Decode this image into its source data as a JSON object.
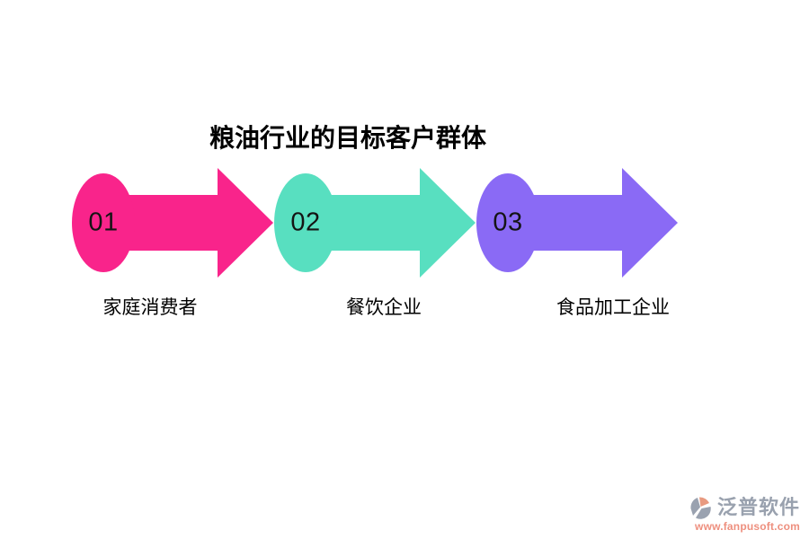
{
  "title": "粮油行业的目标客户群体",
  "steps": [
    {
      "number": "01",
      "label": "家庭消费者",
      "color": "#F9248B"
    },
    {
      "number": "02",
      "label": "餐饮企业",
      "color": "#58DFC0"
    },
    {
      "number": "03",
      "label": "食品加工企业",
      "color": "#8A6AF5"
    }
  ],
  "watermark": {
    "name": "泛普软件",
    "url": "www.fanpusoft.com",
    "name_color": "#99A1AE",
    "url_color": "#EE8F7E",
    "icon_primary_color": "#9AA2B0",
    "icon_accent_color": "#E89A80"
  }
}
